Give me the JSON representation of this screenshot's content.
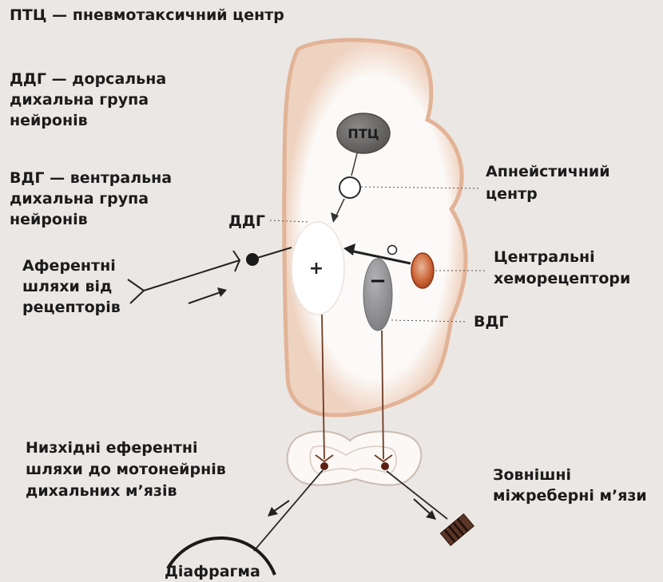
{
  "legend": {
    "ptc": "ПТЦ — пневмотаксичний центр",
    "ddg": [
      "ДДГ — дорсальна",
      "дихальна група",
      "нейронів"
    ],
    "vdg": [
      "ВДГ — вентральна",
      "дихальна група",
      "нейронів"
    ]
  },
  "nodes": {
    "ptc": "ПТЦ",
    "plus": "+",
    "minus": "−"
  },
  "labels": {
    "ddg": "ДДГ",
    "vdg": "ВДГ",
    "apneustic": [
      "Апнейстичний",
      "центр"
    ],
    "chemo": [
      "Центральні",
      "хеморецептори"
    ],
    "afferent": [
      "Аферентні",
      "шляхи від",
      "рецепторів"
    ],
    "efferent": [
      "Низхідні еферентні",
      "шляхи до мотонейрнів",
      "дихальних м’язів"
    ],
    "intercostal": [
      "Зовнішні",
      "міжреберні м’язи"
    ],
    "diaphragm": "Діафрагма"
  },
  "colors": {
    "brainstem_fill": "#fcfaf8",
    "brainstem_edge": "#e3b79c",
    "ptc_fill": "#6e6d6c",
    "vdg_fill": "#8e8e90",
    "chemo_fill": "#c9542a",
    "neuron_line": "#6e3a24",
    "soma": "#5a1f10"
  }
}
